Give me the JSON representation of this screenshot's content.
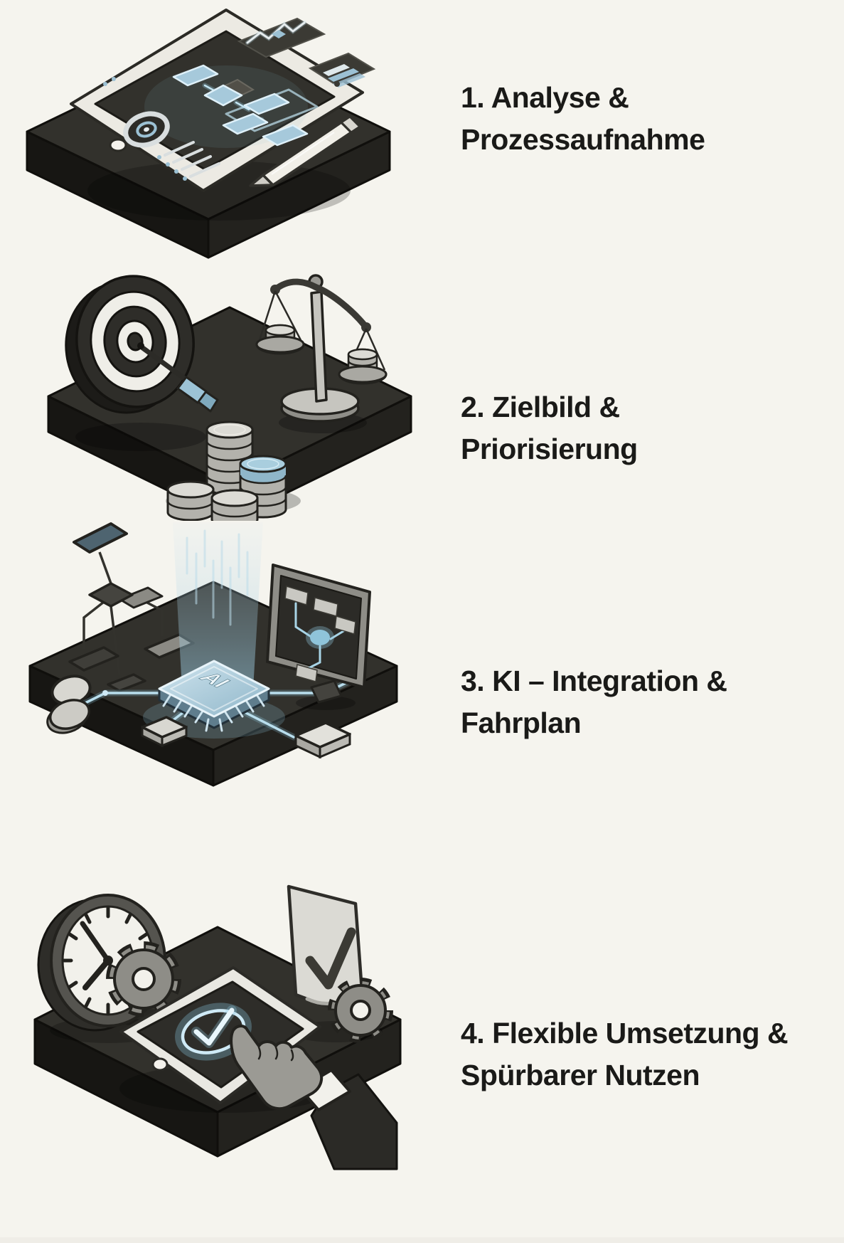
{
  "page": {
    "background": "#f5f4ee"
  },
  "colors": {
    "text": "#1a1a18",
    "platform_top": "#32312c",
    "platform_side_left": "#171613",
    "platform_side_right": "#23221e",
    "outline_ink": "#23221e",
    "glow_blue": "#a8d4e6",
    "node_blue": "#a6c9db",
    "coin_blue": "#a9cede",
    "metal_light": "#d8d7d1",
    "paper_white": "#efeee8"
  },
  "steps": [
    {
      "id": 1,
      "title_line1": "1. Analyse &",
      "title_line2": "Prozessaufnahme",
      "illustration": "tablet-with-process-charts-and-stylus"
    },
    {
      "id": 2,
      "title_line1": "2. Zielbild &",
      "title_line2": "Priorisierung",
      "illustration": "dartboard-arrow-scale-and-coins"
    },
    {
      "id": 3,
      "title_line1": "3. KI – Integration &",
      "title_line2": "Fahrplan",
      "illustration": "ai-chip-hologram-flowchart-monitor",
      "chip_label": "AI"
    },
    {
      "id": 4,
      "title_line1": "4. Flexible Umsetzung &",
      "title_line2": "Spürbarer Nutzen",
      "illustration": "clock-gears-tablet-checkmark-hand"
    }
  ]
}
